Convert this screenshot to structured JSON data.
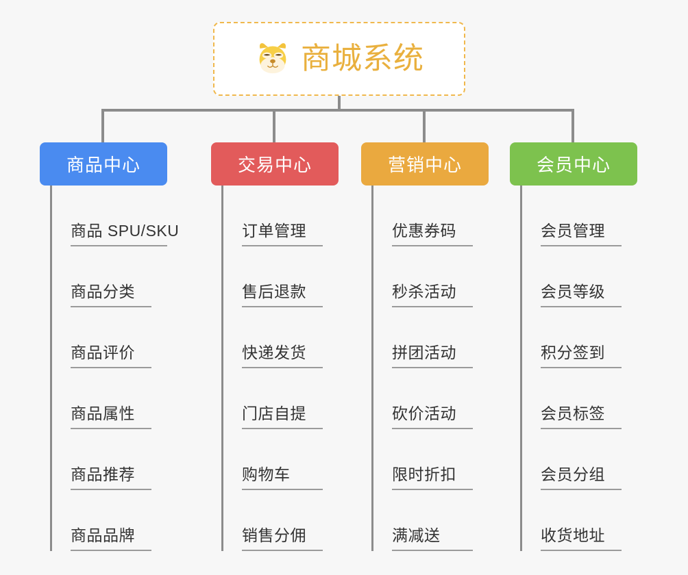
{
  "diagram": {
    "type": "mindmap",
    "background_color": "#f7f7f7",
    "root": {
      "title": "商城系统",
      "icon": "dog-face-emoji",
      "text_color": "#e9b03e",
      "border_color": "#f0b84c",
      "background_color": "#ffffff"
    },
    "connector_color": "#8c8c8c",
    "branches": [
      {
        "label": "商品中心",
        "color": "#4a8bf0",
        "items": [
          "商品 SPU/SKU",
          "商品分类",
          "商品评价",
          "商品属性",
          "商品推荐",
          "商品品牌"
        ]
      },
      {
        "label": "交易中心",
        "color": "#e25b5b",
        "items": [
          "订单管理",
          "售后退款",
          "快递发货",
          "门店自提",
          "购物车",
          "销售分佣"
        ]
      },
      {
        "label": "营销中心",
        "color": "#eaa93f",
        "items": [
          "优惠券码",
          "秒杀活动",
          "拼团活动",
          "砍价活动",
          "限时折扣",
          "满减送"
        ]
      },
      {
        "label": "会员中心",
        "color": "#7dc košík"
      }
    ]
  }
}
